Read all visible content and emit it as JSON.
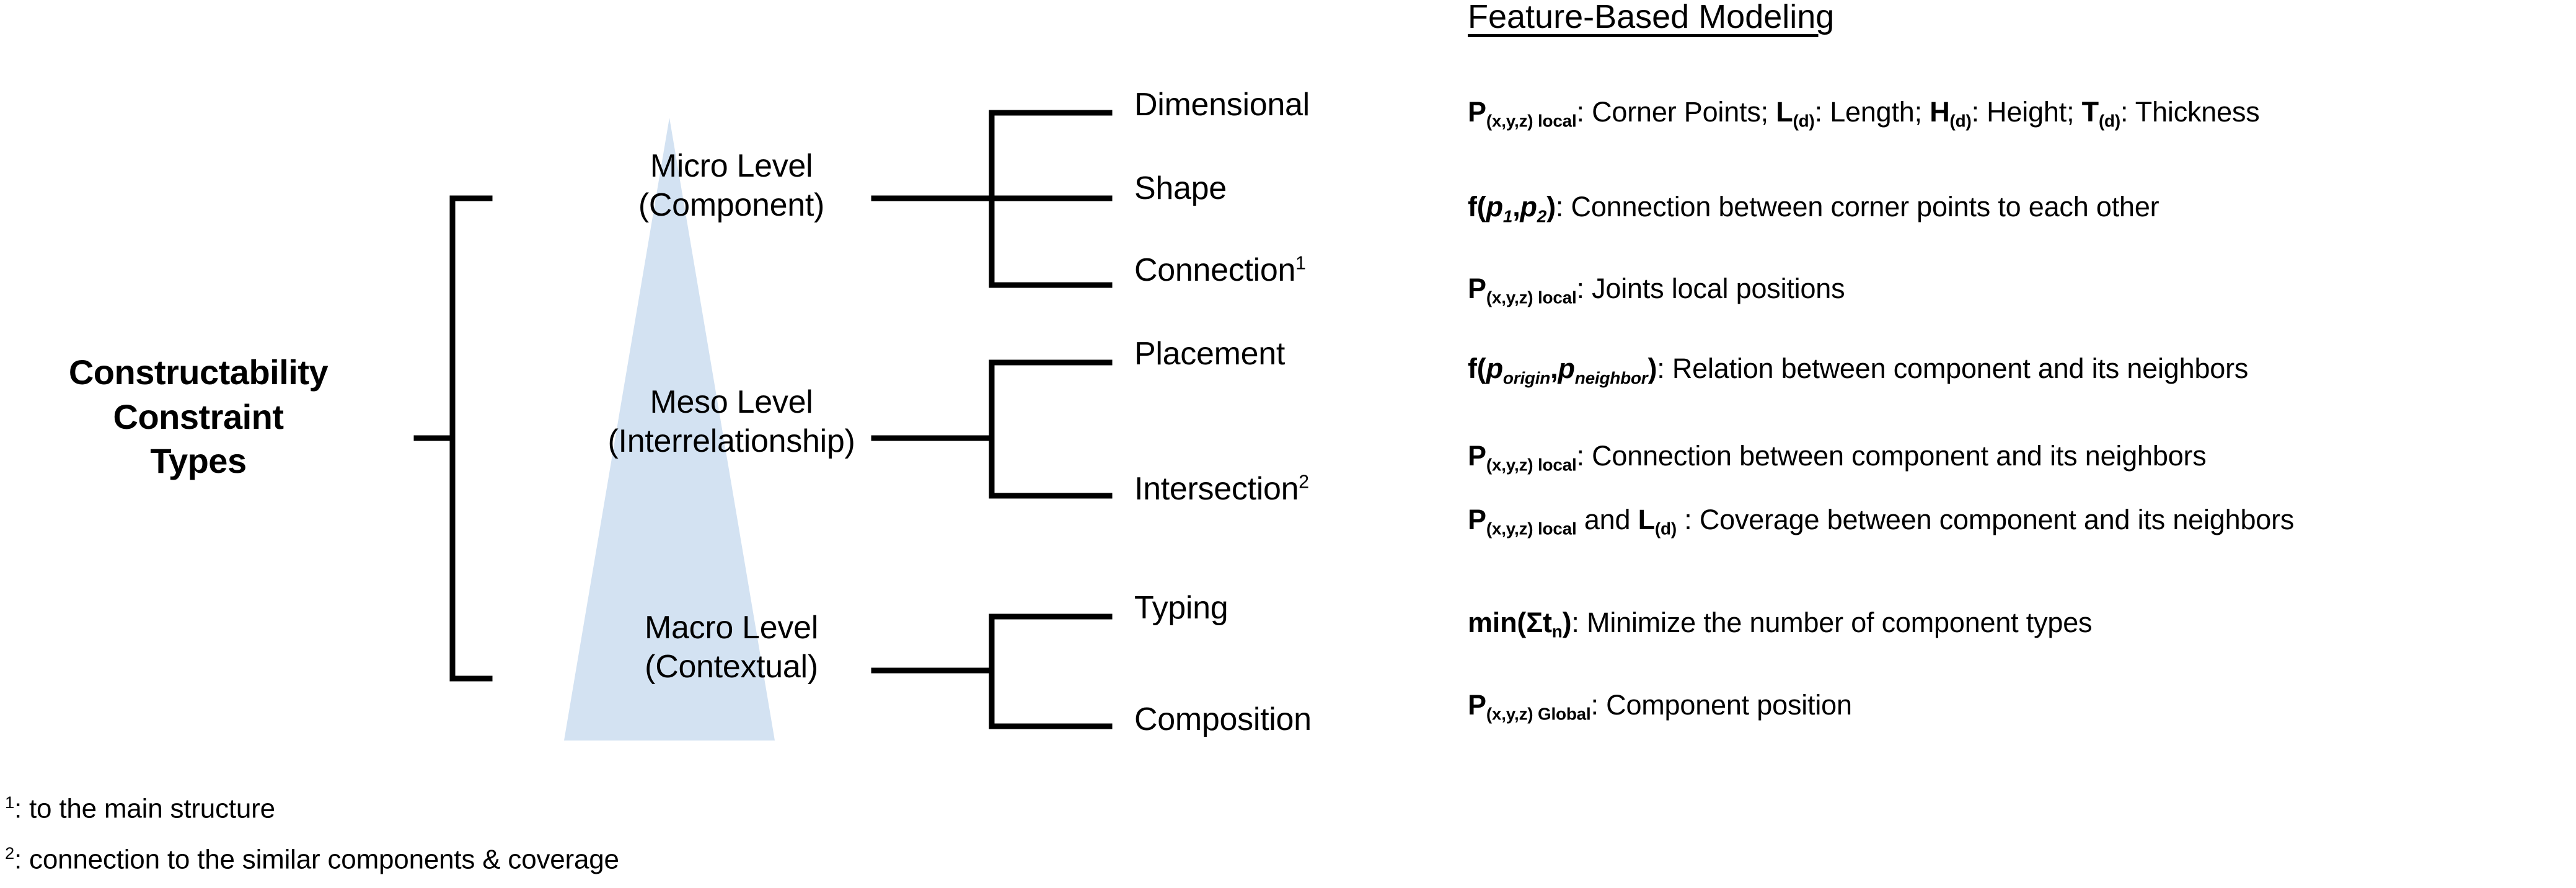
{
  "root": {
    "line1": "Constructability",
    "line2": "Constraint",
    "line3": "Types"
  },
  "levels": [
    {
      "name": "Micro Level",
      "sub": "(Component)"
    },
    {
      "name": "Meso Level",
      "sub": "(Interrelationship)"
    },
    {
      "name": "Macro Level",
      "sub": "(Contextual)"
    }
  ],
  "branches": {
    "dimensional": "Dimensional",
    "shape": "Shape",
    "connection": "Connection",
    "connection_marker": "1",
    "placement": "Placement",
    "intersection": "Intersection",
    "intersection_marker": "2",
    "typing": "Typing",
    "composition": "Composition"
  },
  "right_panel": {
    "title": "Feature-Based Modeling",
    "rows": [
      {
        "id": "corner",
        "symbol": "P",
        "sub": "(x,y,z) local",
        "text": ": Corner Points; ",
        "extra": "L(d): Length; H(d): Height; T(d): Thickness"
      },
      {
        "id": "connpoints",
        "symbol": "f(p1,p2)",
        "text": ": Connection between corner points to each other"
      },
      {
        "id": "joints",
        "symbol": "P",
        "sub": "(x,y,z) local",
        "text": ": Joints local positions"
      },
      {
        "id": "relation",
        "symbol": "f(porigin,pneighbor)",
        "text": ": Relation between component and its neighbors"
      },
      {
        "id": "connneighbor",
        "symbol": "P",
        "sub": "(x,y,z) local",
        "text": ": Connection between component and its neighbors"
      },
      {
        "id": "coverage",
        "symbol": "P",
        "sub": "(x,y,z) local",
        "joiner": " and ",
        "symbol2": "L",
        "sub2": "(d)",
        "text": " : Coverage between component and its neighbors"
      },
      {
        "id": "minimize",
        "symbol": "min(Σt",
        "sub": "n",
        "text": ": Minimize the number of component types"
      },
      {
        "id": "position",
        "symbol": "P",
        "sub": "(x,y,z) Global",
        "text": ": Component position"
      }
    ],
    "labels": {
      "corner_points": "Corner Points",
      "length": "Length",
      "height": "Height",
      "thickness": "Thickness",
      "conn_corner": "Connection between corner points to each other",
      "joints_local": "Joints local positions",
      "relation_neighbors": "Relation between component and its neighbors",
      "conn_neighbors": "Connection between component and its neighbors",
      "coverage_neighbors": "Coverage between component and its neighbors",
      "minimize_types": "Minimize the number of component types",
      "component_position": "Component position"
    }
  },
  "footnotes": [
    {
      "marker": "1",
      "text": ": to the main structure"
    },
    {
      "marker": "2",
      "text": ": connection to the similar components & coverage"
    }
  ],
  "colors": {
    "triangle_fill": "#d3e2f2",
    "line": "#000000",
    "text": "#000000",
    "background": "#ffffff"
  }
}
